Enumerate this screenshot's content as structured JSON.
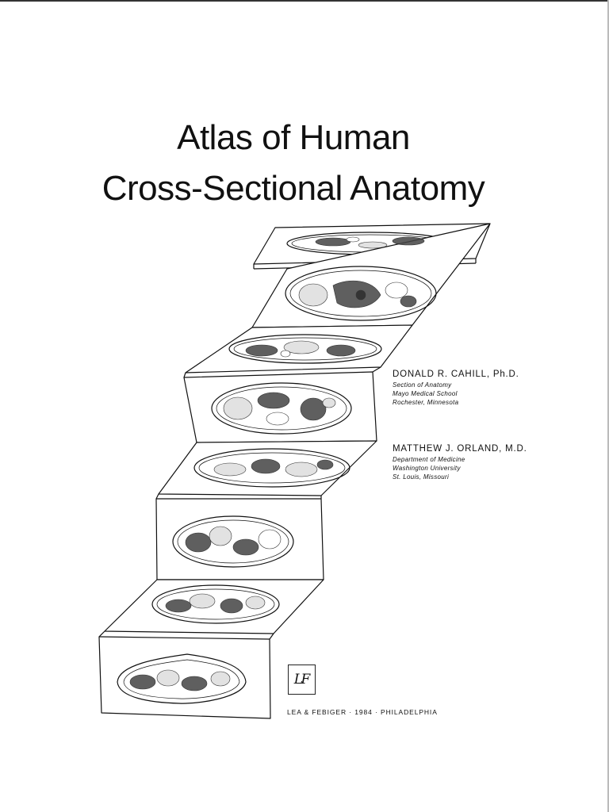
{
  "title": {
    "line1": "Atlas of Human",
    "line2": "Cross-Sectional Anatomy"
  },
  "authors": [
    {
      "name": "DONALD R. CAHILL, Ph.D.",
      "affiliation": [
        "Section of Anatomy",
        "Mayo Medical School",
        "Rochester, Minnesota"
      ]
    },
    {
      "name": "MATTHEW J. ORLAND, M.D.",
      "affiliation": [
        "Department of Medicine",
        "Washington University",
        "St. Louis, Missouri"
      ]
    }
  ],
  "publisher": {
    "logo_letters": "L F",
    "imprint": "LEA & FEBIGER · 1984 · PHILADELPHIA"
  },
  "illustration": {
    "icon": "stacked-cross-section-slices-illustration",
    "slice_count": 8
  }
}
